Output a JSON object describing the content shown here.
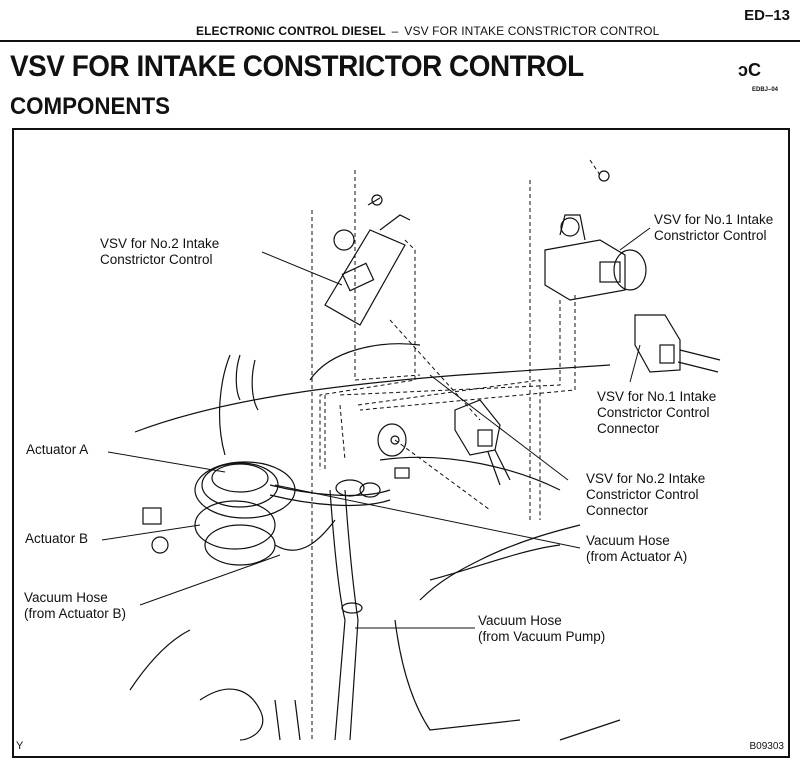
{
  "header": {
    "section": "ELECTRONIC CONTROL DIESEL",
    "separator": "–",
    "subsection": "VSV FOR INTAKE CONSTRICTOR CONTROL",
    "page_number": "ED–13"
  },
  "title": "VSV FOR INTAKE CONSTRICTOR CONTROL",
  "subtitle": "COMPONENTS",
  "margin_mark": "ɔC",
  "margin_code": "EDBJ–04",
  "figure": {
    "id": "B09303",
    "corner_mark": "Y",
    "labels": {
      "vsv2": [
        "VSV for No.2 Intake",
        "Constrictor Control"
      ],
      "vsv1": [
        "VSV for No.1 Intake",
        "Constrictor Control"
      ],
      "vsv1_connector": [
        "VSV for No.1 Intake",
        "Constrictor  Control",
        "Connector"
      ],
      "vsv2_connector": [
        "VSV for No.2 Intake",
        "Constrictor  Control",
        "Connector"
      ],
      "actuator_a": [
        "Actuator A"
      ],
      "actuator_b": [
        "Actuator B"
      ],
      "hose_actuator_a": [
        "Vacuum Hose",
        "(from Actuator A)"
      ],
      "hose_actuator_b": [
        "Vacuum Hose",
        "(from Actuator B)"
      ],
      "hose_vacuum_pump": [
        "Vacuum Hose",
        "(from Vacuum Pump)"
      ]
    }
  }
}
